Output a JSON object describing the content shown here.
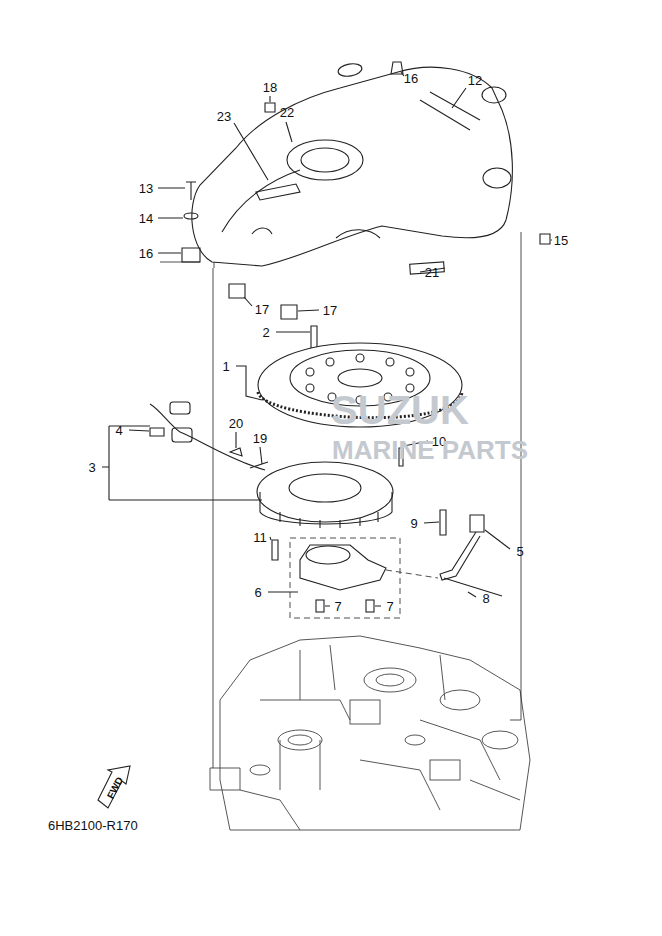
{
  "diagram": {
    "labels": [
      "16",
      "12",
      "18",
      "22",
      "23",
      "13",
      "14",
      "16",
      "15",
      "21",
      "17",
      "17",
      "2",
      "1",
      "10",
      "4",
      "20",
      "19",
      "3",
      "9",
      "5",
      "11",
      "6",
      "7",
      "7",
      "8",
      "FWD",
      "6HB2100-R170",
      "SUZUK",
      "MARINE PARTS"
    ]
  }
}
